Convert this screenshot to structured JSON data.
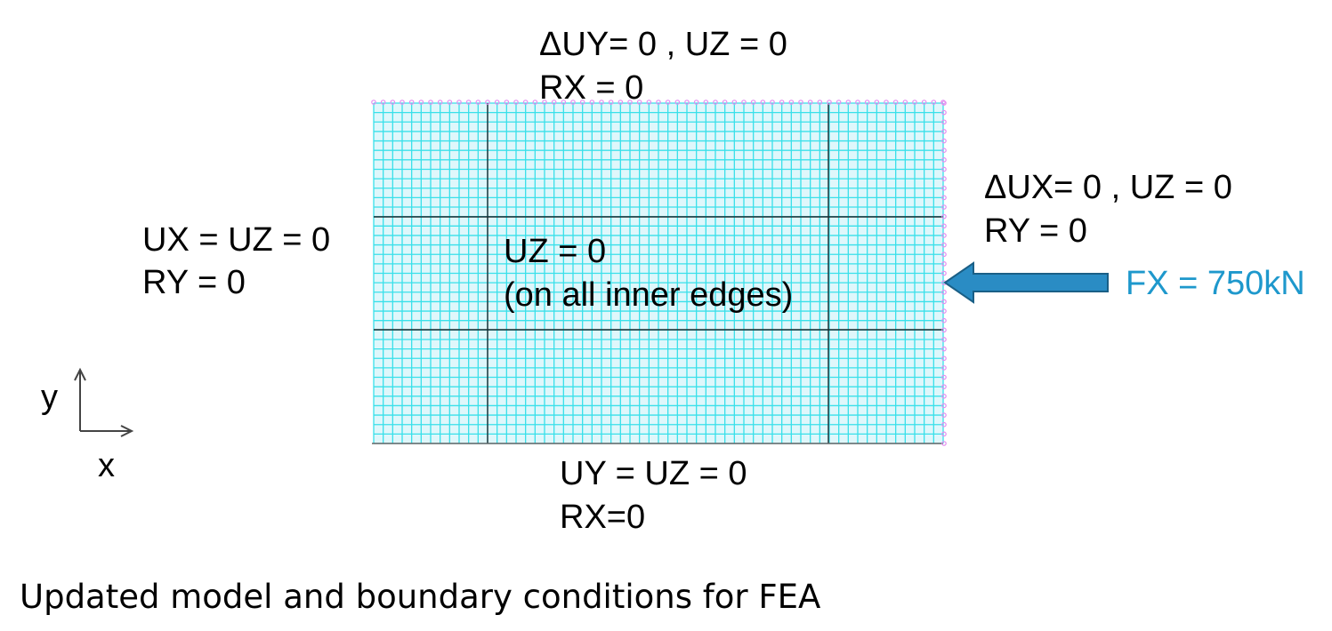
{
  "labels": {
    "top_line1": "ΔUY= 0 , UZ = 0",
    "top_line2": "RX = 0",
    "left_line1": "UX = UZ = 0",
    "left_line2": "RY = 0",
    "right_line1": "ΔUX= 0 , UZ = 0",
    "right_line2": "RY = 0",
    "center_line1": "UZ = 0",
    "center_line2": "(on all inner edges)",
    "bottom_line1": "UY = UZ = 0",
    "bottom_line2": "RX=0",
    "force": "FX = 750kN",
    "axis_y": "y",
    "axis_x": "x"
  },
  "caption": "Updated model and boundary conditions for FEA",
  "colors": {
    "mesh_fill": "#dff7fb",
    "mesh_line": "#39e0ea",
    "partition_line": "#1c2a2e",
    "boundary_marker": "#e48cf0",
    "force_arrow": "#2a8cc4",
    "force_text": "#1e98cc"
  }
}
